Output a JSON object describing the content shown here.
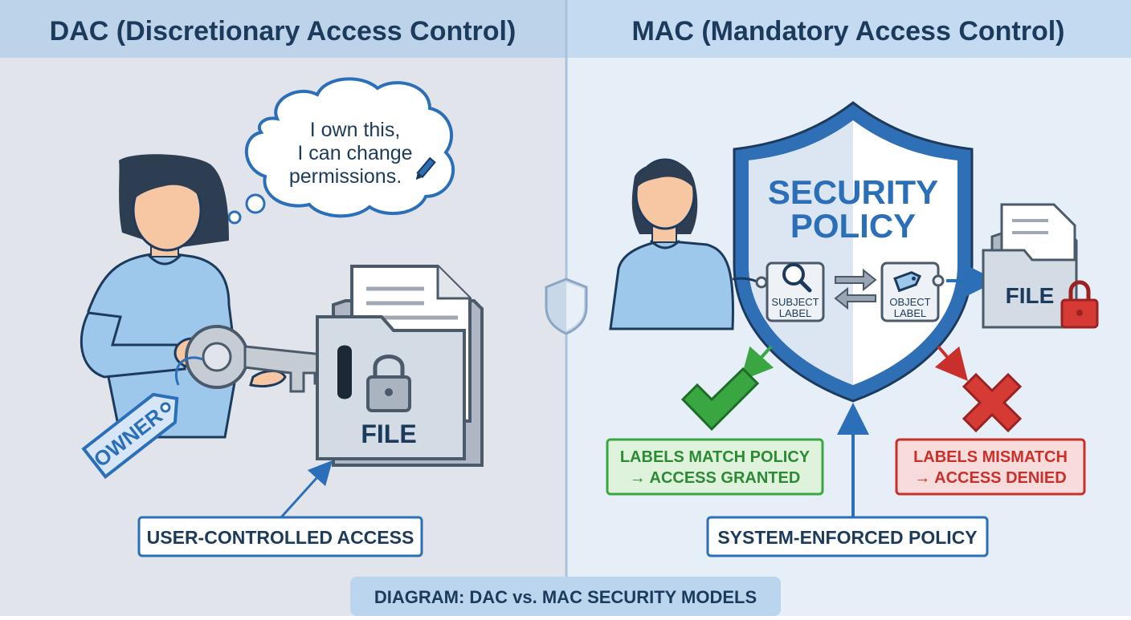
{
  "dac": {
    "title": "DAC (Discretionary Access Control)",
    "thought_lines": [
      "I own this,",
      "I can change",
      "permissions."
    ],
    "tag_label": "OWNER",
    "file_label": "FILE",
    "caption": "USER-CONTROLLED ACCESS"
  },
  "mac": {
    "title": "MAC (Mandatory Access Control)",
    "shield_lines": [
      "SECURITY",
      "POLICY"
    ],
    "subject_label_lines": [
      "SUBJECT",
      "LABEL"
    ],
    "object_label_lines": [
      "OBJECT",
      "LABEL"
    ],
    "file_label": "FILE",
    "granted_lines": [
      "LABELS MATCH POLICY",
      "→ ACCESS GRANTED"
    ],
    "denied_lines": [
      "LABELS MISMATCH",
      "→ ACCESS DENIED"
    ],
    "caption": "SYSTEM-ENFORCED POLICY"
  },
  "footer": {
    "caption": "DIAGRAM: DAC vs. MAC SECURITY MODELS"
  },
  "colors": {
    "dac_bg": "#e1e5eb",
    "mac_bg": "#e6eef8",
    "header": "#bdd5ec",
    "navy": "#1c3a5c",
    "blue": "#2a6fb8",
    "green": "#3aa642",
    "red": "#d63a34",
    "skin": "#f7c7a4",
    "shirt": "#9dc8ec",
    "hair": "#2e3e52"
  }
}
